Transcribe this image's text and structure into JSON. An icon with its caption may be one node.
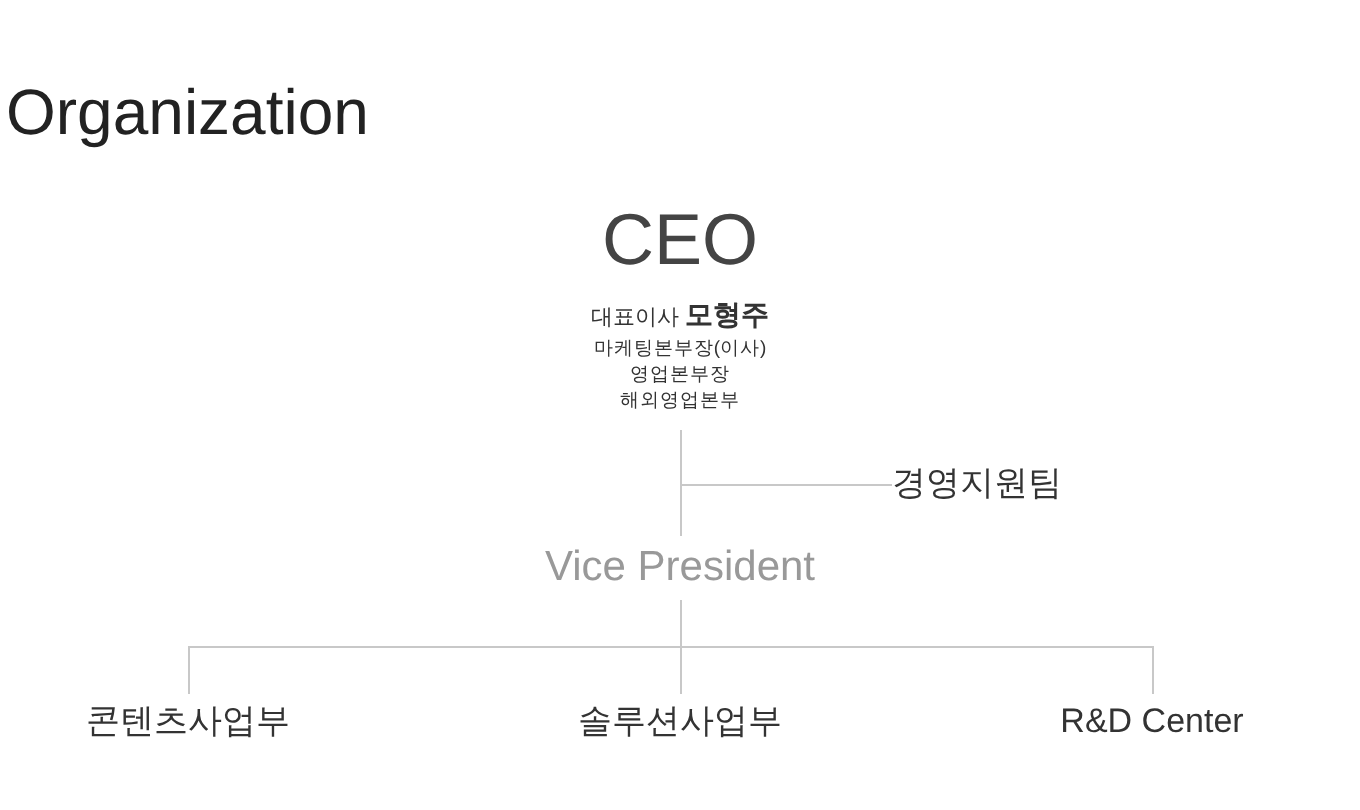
{
  "diagram": {
    "title": "Organization",
    "nodes": [
      {
        "text": [
          "CEO",
          "대표이사 **모형주**",
          "마케팅본부장(이사)",
          "영업본부장",
          "해외영업본부"
        ]
      },
      {
        "text": [
          "경영지원팀"
        ]
      },
      {
        "text": [
          "Vice President"
        ]
      },
      {
        "text": [
          "콘텐츠사업부"
        ]
      },
      {
        "text": [
          "솔루션사업부"
        ]
      },
      {
        "text": [
          "R&D Center"
        ]
      }
    ],
    "edges": [
      {
        "from": 0,
        "to": 1,
        "arrow": "none"
      },
      {
        "from": 0,
        "to": 2,
        "arrow": "none"
      },
      {
        "from": 2,
        "to": 3,
        "arrow": "none"
      },
      {
        "from": 2,
        "to": 4,
        "arrow": "none"
      },
      {
        "from": 2,
        "to": 5,
        "arrow": "none"
      }
    ]
  }
}
